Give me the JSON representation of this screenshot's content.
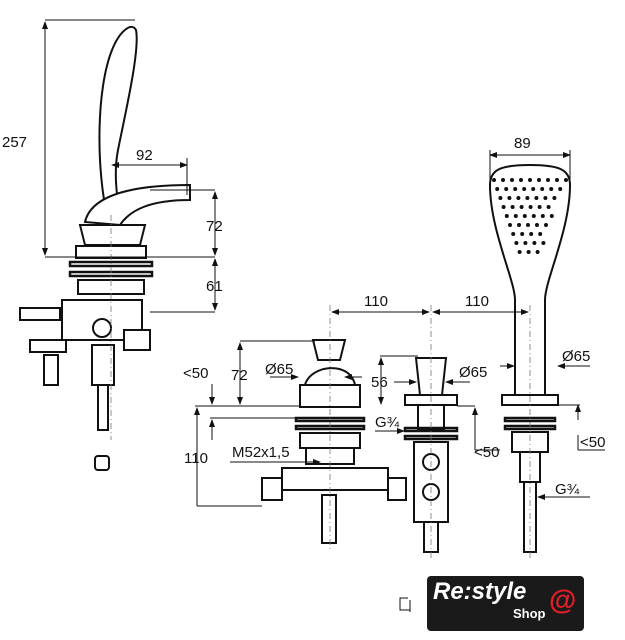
{
  "dimensions": {
    "hand_shower_height": "257",
    "spout_reach": "92",
    "spout_height": "72",
    "body_height": "61",
    "head_width": "89",
    "spacing_left": "110",
    "spacing_right": "110",
    "mixer_clearance": "<50",
    "mixer_height": "72",
    "mixer_diameter": "Ø65",
    "valve_height": "56",
    "valve_diameter": "Ø65",
    "holder_diameter": "Ø65",
    "valve_thread": "G¾",
    "valve_clearance": "<50",
    "mixer_depth": "110",
    "mixer_thread": "M52x1,5",
    "holder_clearance": "<50",
    "holder_thread": "G¾"
  },
  "logo": {
    "brand": "Re:style",
    "sub": "Shop",
    "at": "@"
  },
  "colors": {
    "logo_bg": "#1a1a1a",
    "logo_accent": "#e0202a"
  }
}
